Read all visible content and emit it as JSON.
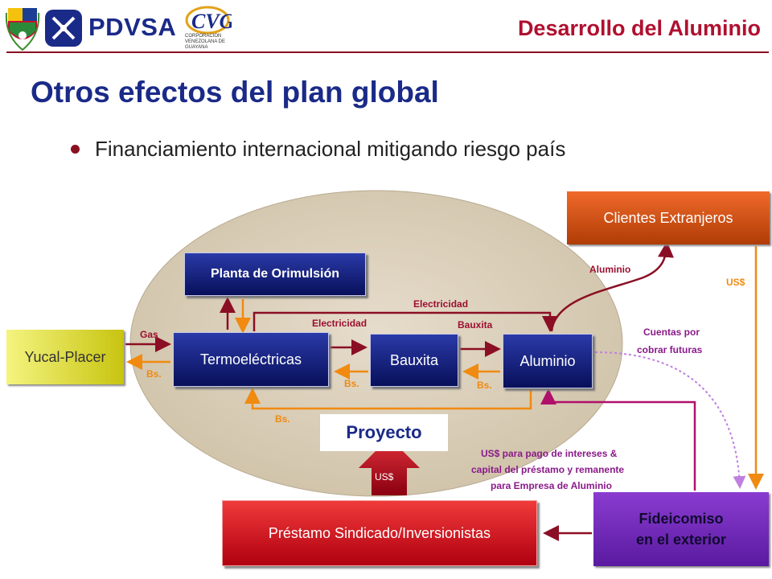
{
  "header": {
    "logo_pdvsa": "PDVSA",
    "logo_cvg": "CVG",
    "cvg_caption": "CORPORACION VENEZOLANA DE GUAYANA",
    "section_title": "Desarrollo del Aluminio"
  },
  "slide": {
    "title": "Otros efectos del plan global",
    "bullet": "Financiamiento internacional mitigando riesgo país"
  },
  "nodes": {
    "clientes": "Clientes Extranjeros",
    "planta": "Planta de Orimulsión",
    "yucal": "Yucal-Placer",
    "termo": "Termoeléctricas",
    "bauxita": "Bauxita",
    "aluminio": "Aluminio",
    "proyecto": "Proyecto",
    "prestamo": "Préstamo Sindicado/Inversionistas",
    "fideicomiso_1": "Fideicomiso",
    "fideicomiso_2": "en el exterior",
    "us_arrow": "US$"
  },
  "labels": {
    "gas": "Gas",
    "bs1": "Bs.",
    "bs2": "Bs.",
    "bs3": "Bs.",
    "bs4": "Bs.",
    "electricidad_top": "Electricidad",
    "electricidad_mid": "Electricidad",
    "bauxita_flow": "Bauxita",
    "aluminio_flow": "Aluminio",
    "usd_right": "US$",
    "cuentas_1": "Cuentas por",
    "cuentas_2": "cobrar futuras",
    "pago_1": "US$ para pago de intereses &",
    "pago_2": "capital del préstamo y remanente",
    "pago_3": "para Empresa de Aluminio"
  },
  "colors": {
    "navy": "#1a2a88",
    "maroon": "#8b0f24",
    "orange": "#f08a10",
    "purple": "#8a1a8a",
    "magenta": "#b0106a"
  }
}
